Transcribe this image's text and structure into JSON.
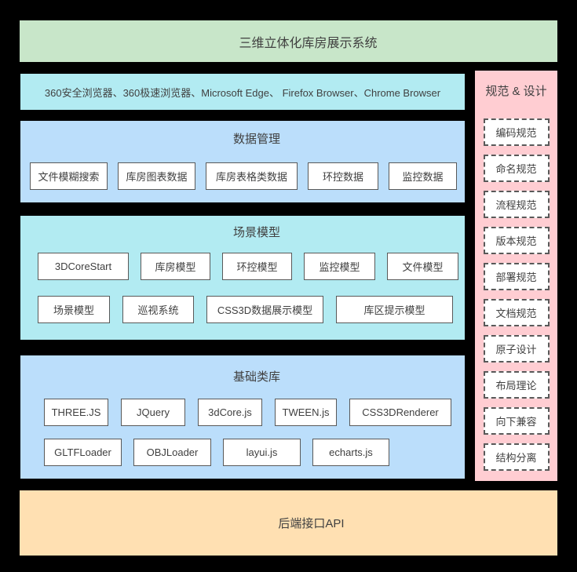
{
  "title_banner": {
    "label": "三维立体化库房展示系统",
    "bg": "#c8e6c9"
  },
  "browser_bar": {
    "label": "360安全浏览器、360极速浏览器、Microsoft Edge、 Firefox Browser、Chrome Browser",
    "bg": "#b2ebf2"
  },
  "sections": [
    {
      "title": "数据管理",
      "bg": "#bbdefb",
      "rows": [
        [
          "文件模糊搜索",
          "库房图表数据",
          "库房表格类数据",
          "环控数据",
          "监控数据"
        ]
      ]
    },
    {
      "title": "场景模型",
      "bg": "#b2ebf2",
      "rows": [
        [
          "3DCoreStart",
          "库房模型",
          "环控模型",
          "监控模型",
          "文件模型"
        ],
        [
          "场景模型",
          "巡视系统",
          "CSS3D数据展示模型",
          "库区提示模型"
        ]
      ]
    },
    {
      "title": "基础类库",
      "bg": "#bbdefb",
      "rows": [
        [
          "THREE.JS",
          "JQuery",
          "3dCore.js",
          "TWEEN.js",
          "CSS3DRenderer"
        ],
        [
          "GLTFLoader",
          "OBJLoader",
          "layui.js",
          "echarts.js"
        ]
      ]
    }
  ],
  "spec_panel": {
    "title": "规范 & 设计",
    "bg": "#ffcdd2",
    "items": [
      "编码规范",
      "命名规范",
      "流程规范",
      "版本规范",
      "部署规范",
      "文档规范",
      "原子设计",
      "布局理论",
      "向下兼容",
      "结构分离"
    ]
  },
  "api_banner": {
    "label": "后端接口API",
    "bg": "#ffe0b2"
  },
  "colors": {
    "background": "#000000",
    "green": "#c8e6c9",
    "cyan": "#b2ebf2",
    "blue": "#bbdefb",
    "pink": "#ffcdd2",
    "orange": "#ffe0b2",
    "node_border": "#595959",
    "text": "#404040"
  }
}
